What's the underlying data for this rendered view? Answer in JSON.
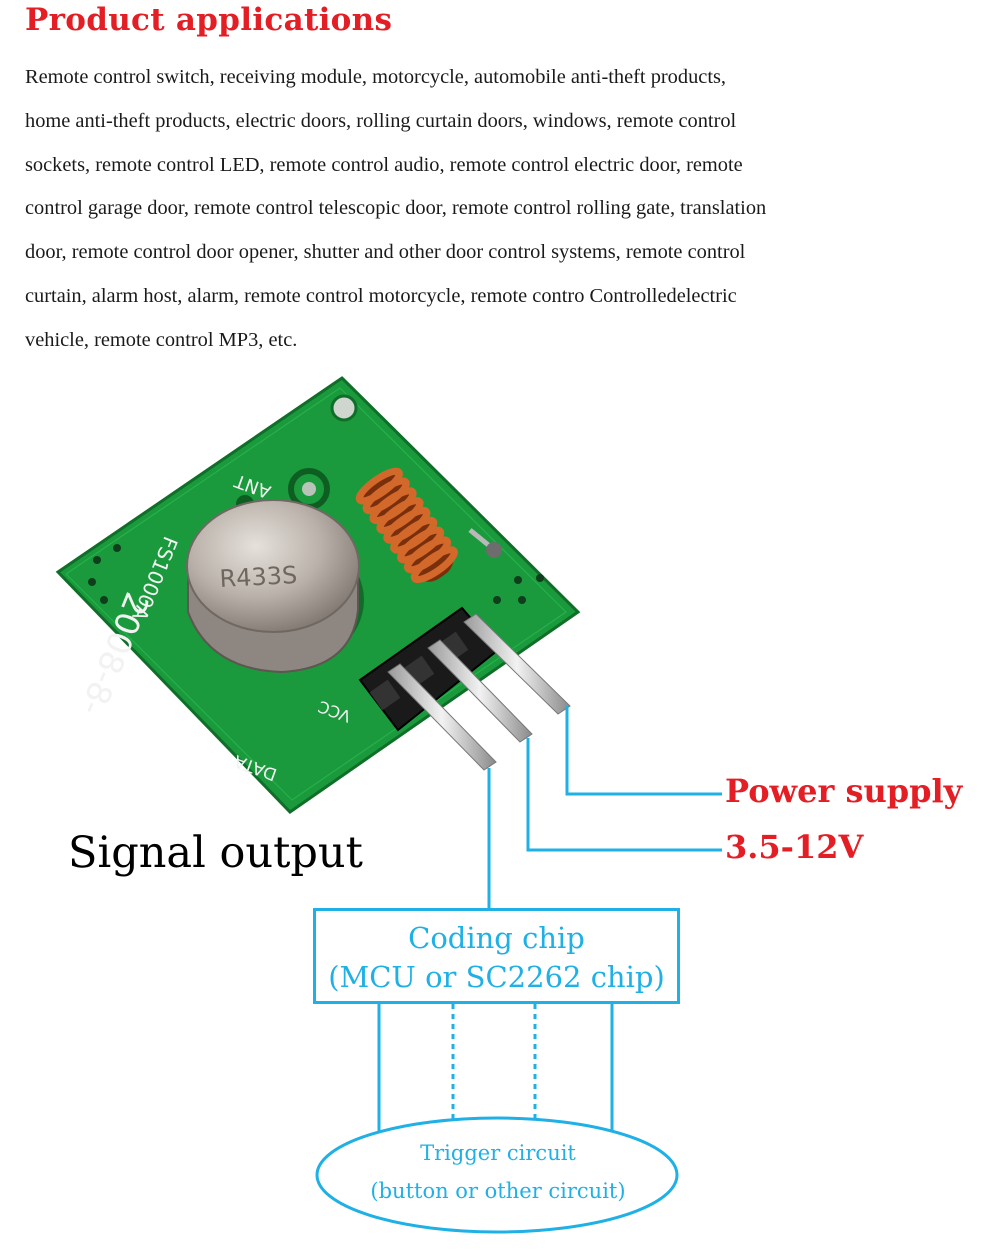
{
  "heading": "Product applications",
  "description": [
    "Remote control switch, receiving module, motorcycle, automobile anti-theft products,",
    "home anti-theft products, electric doors, rolling curtain doors, windows, remote control",
    "sockets, remote control LED, remote control audio, remote control electric door, remote",
    "control garage door, remote control telescopic door, remote control rolling gate, translation",
    "door, remote control door opener, shutter and other door control systems, remote control",
    "curtain, alarm host, alarm, remote control motorcycle, remote contro Controlledelectric",
    "vehicle, remote control MP3, etc."
  ],
  "module": {
    "crystal_label": "R433S",
    "board_text_model": "FS1000A",
    "board_text_date": "2008-8-",
    "board_text_ant": "ANT",
    "board_text_data": "DATA",
    "board_text_vcc": "VCC"
  },
  "labels": {
    "signal_output": "Signal output",
    "power_supply": "Power supply",
    "voltage": "3.5-12V"
  },
  "coding_chip": {
    "line1": "Coding chip",
    "line2": "(MCU or SC2262 chip)"
  },
  "trigger_circuit": {
    "line1": "Trigger circuit",
    "line2": "(button or other circuit)"
  },
  "colors": {
    "heading_red": "#e31e24",
    "line_blue": "#1fb0e6",
    "pcb_green": "#1a9a3c",
    "copper_coil": "#c0521d"
  }
}
